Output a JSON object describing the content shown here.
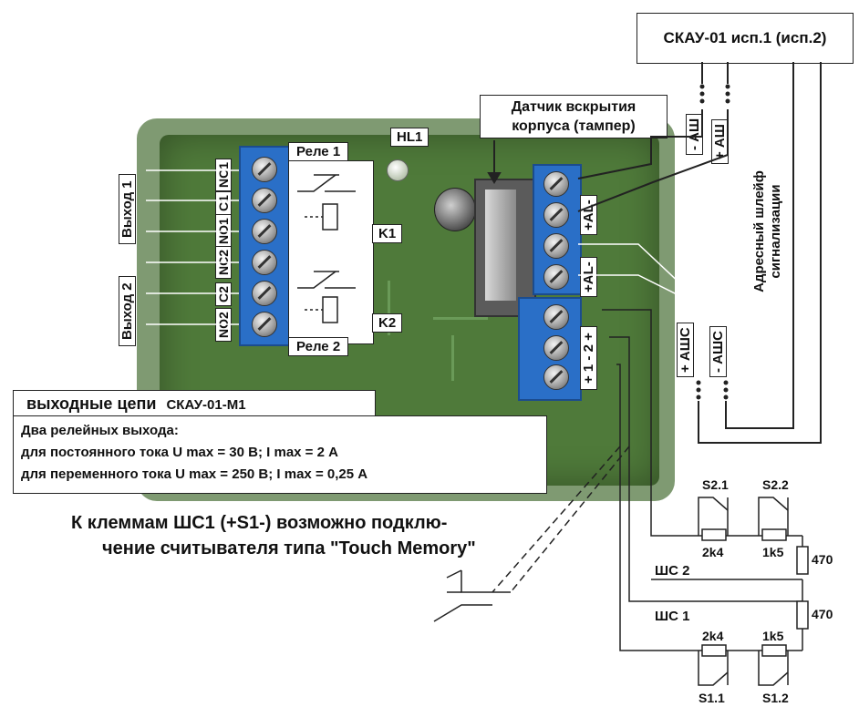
{
  "controller_box": "СКАУ-01 исп.1 (исп.2)",
  "tamper_label": "Датчик вскрытия корпуса (тампер)",
  "hl1": "HL1",
  "relay1": "Реле 1",
  "relay2": "Реле 2",
  "k1": "K1",
  "k2": "K2",
  "output1": "Выход 1",
  "output2": "Выход 2",
  "left_terminals": [
    "NC1",
    "C1",
    "NO1",
    "NC2",
    "C2",
    "NO2"
  ],
  "right_terminals_top": [
    "+AL-",
    "+AL-"
  ],
  "right_terminals_bottom": [
    "+ 1 - 2 +"
  ],
  "bus_labels": [
    "- АШ",
    "+ АШ",
    "+ АШС",
    "- АШС"
  ],
  "address_loop": "Адресный шлейф сигнализации",
  "output_title": "выходные цепи",
  "output_model": "СКАУ-01-М1",
  "spec_lines": [
    "Два релейных выхода:",
    "для постоянного тока  U max  = 30 В;  I max   = 2 А",
    "для переменного тока  U max  = 250 В;  I max   = 0,25 А"
  ],
  "note_lines": [
    "К клеммам ШС1 (+S1-) возможно подклю-",
    "чение считывателя типа \"Touch Memory\""
  ],
  "switch_labels": [
    "S2.1",
    "S2.2",
    "S1.1",
    "S1.2"
  ],
  "resistors": [
    "2k4",
    "1k5",
    "470",
    "2k4",
    "1k5",
    "470"
  ],
  "loops": [
    "ШС 2",
    "ШС 1"
  ]
}
